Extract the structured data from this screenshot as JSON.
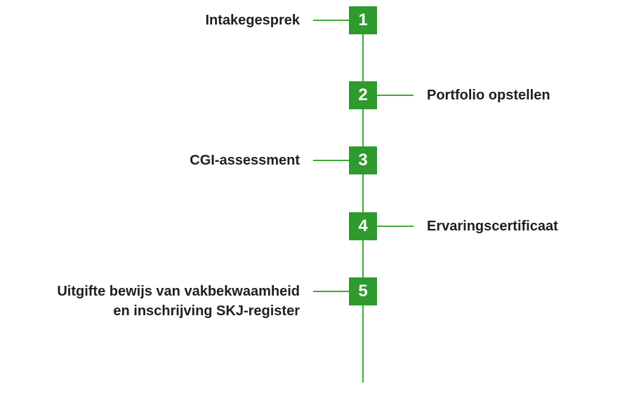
{
  "steps": [
    {
      "number": "1",
      "label": "Intakegesprek",
      "side": "left"
    },
    {
      "number": "2",
      "label": "Portfolio opstellen",
      "side": "right"
    },
    {
      "number": "3",
      "label": "CGI-assessment",
      "side": "left"
    },
    {
      "number": "4",
      "label": "Ervaringscertificaat",
      "side": "right"
    },
    {
      "number": "5",
      "label_line1": "Uitgifte bewijs van vakbekwaamheid",
      "label_line2": "en inschrijving SKJ-register",
      "side": "left"
    }
  ],
  "colors": {
    "accent": "#2f9a2e",
    "line": "#3aa935",
    "text": "#1f1f1f",
    "number_text": "#ffffff"
  }
}
